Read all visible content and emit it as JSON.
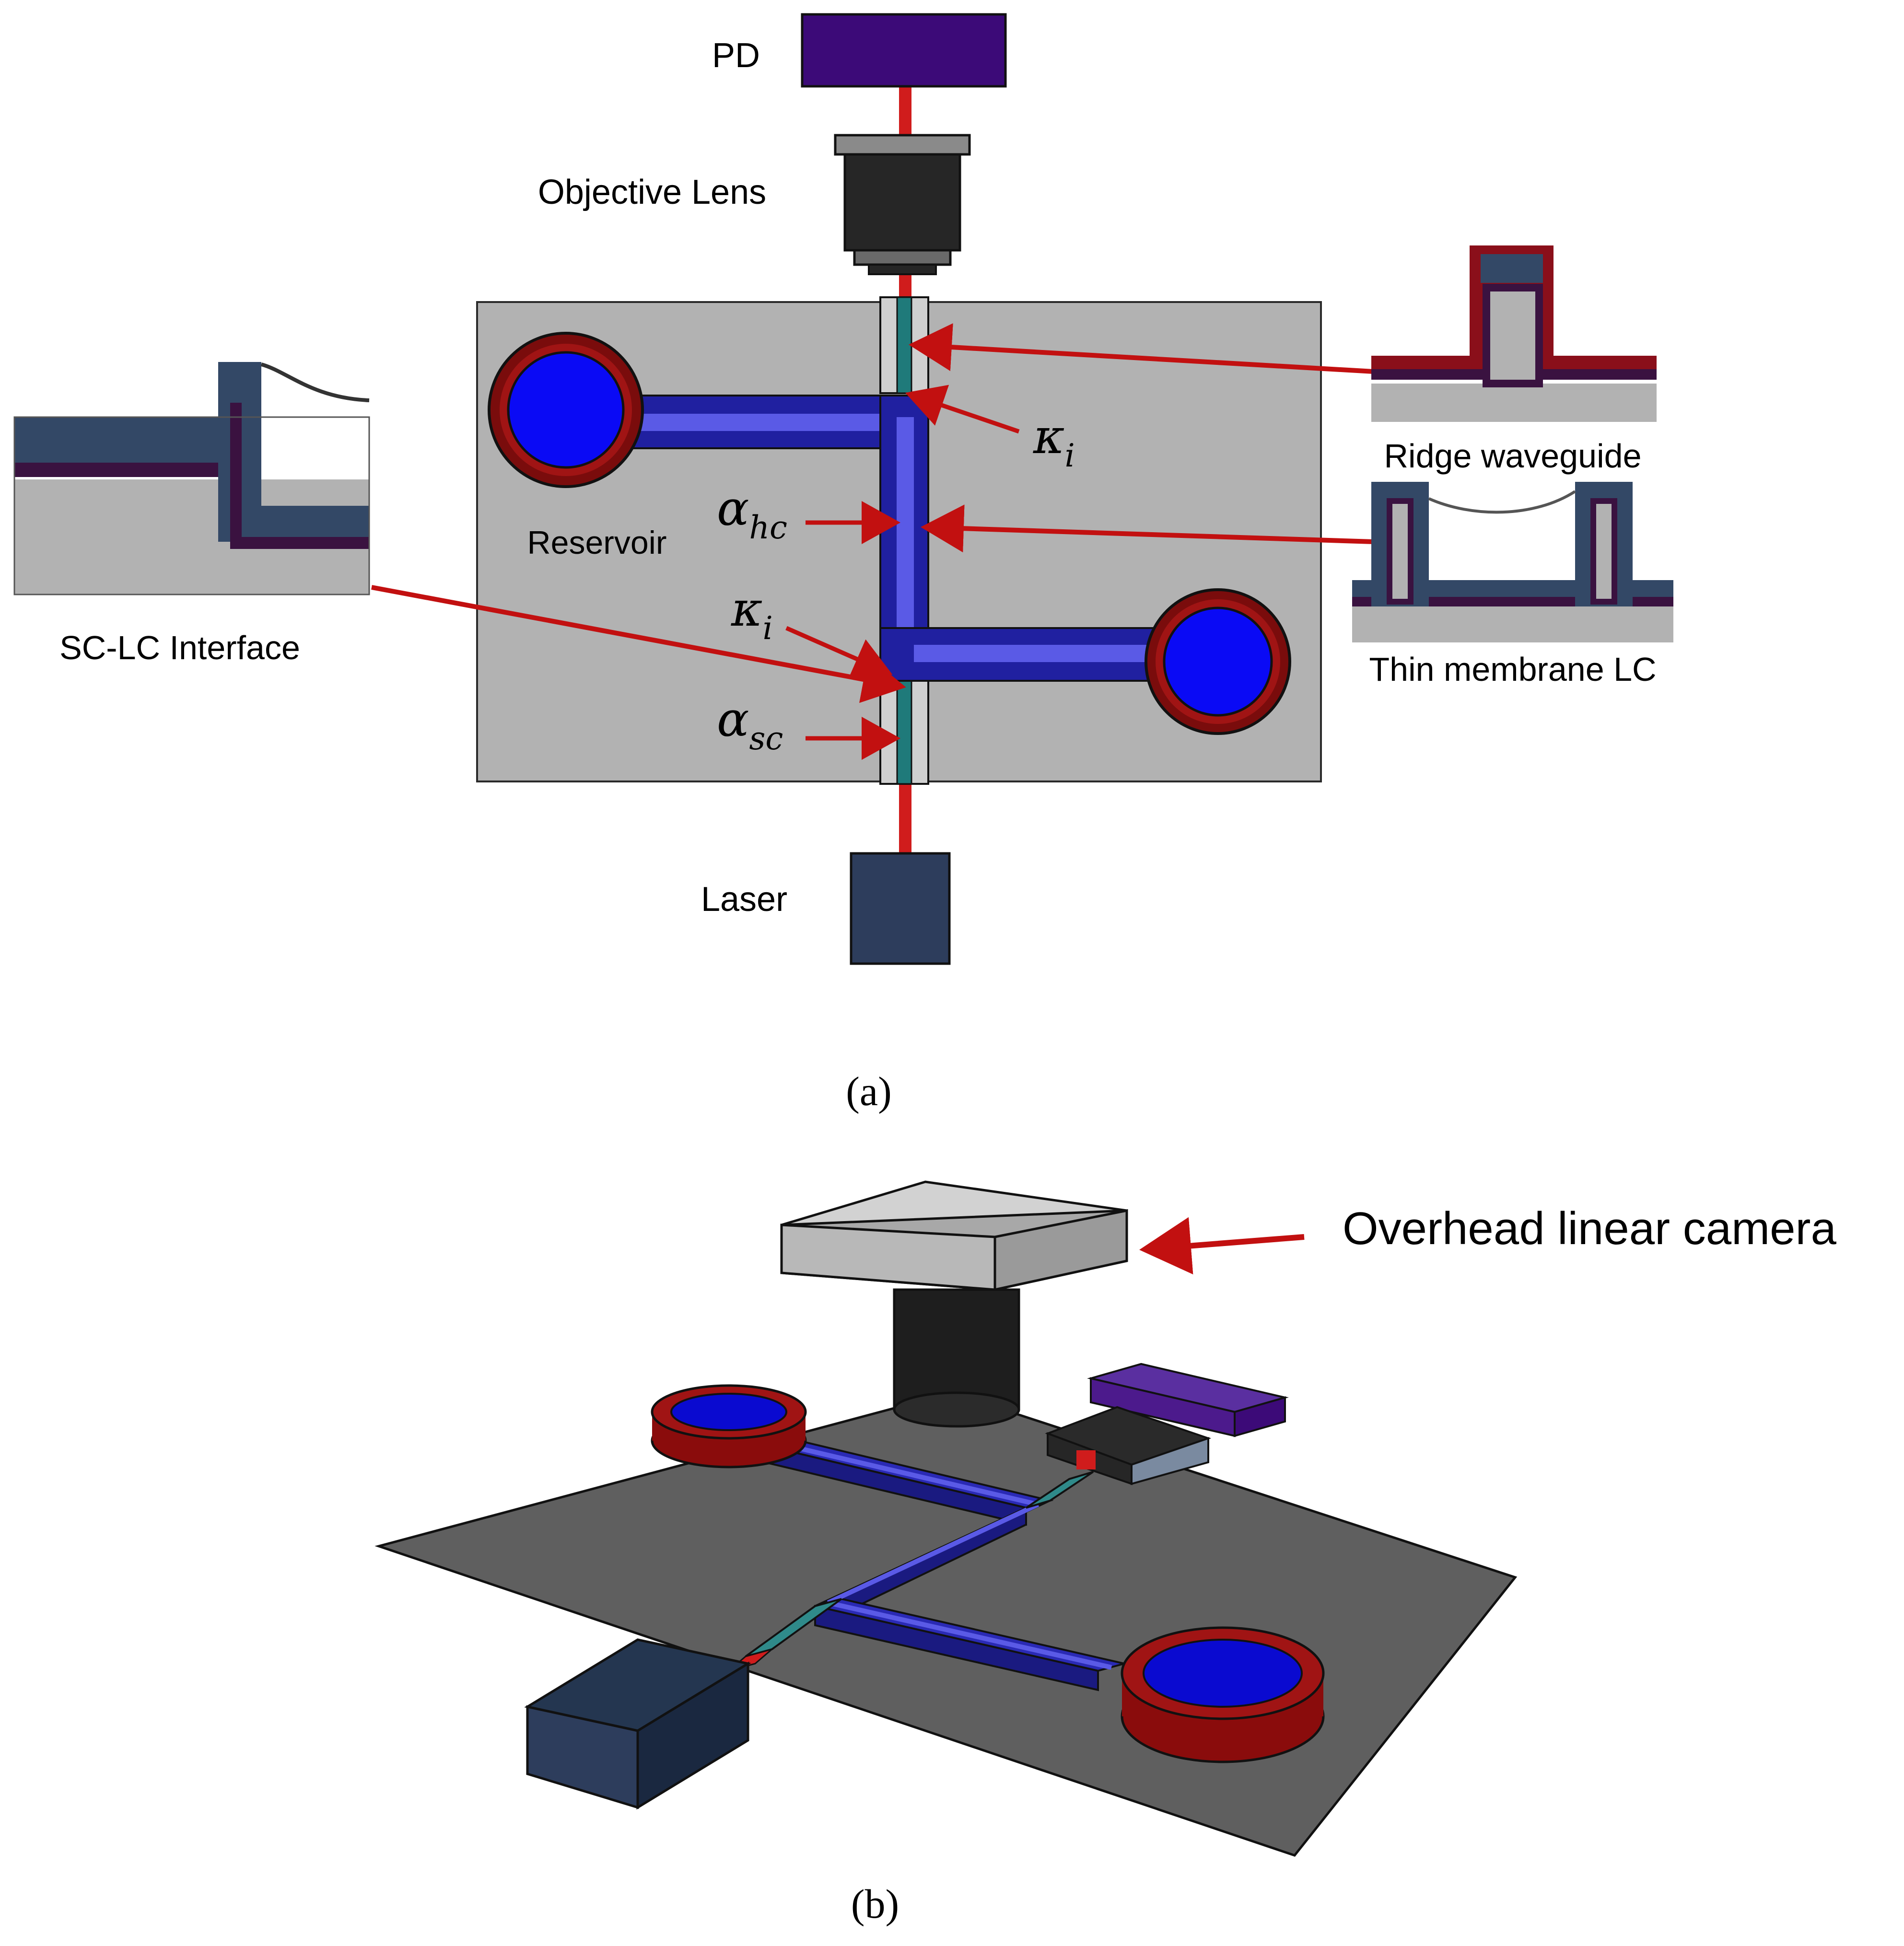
{
  "panel_a": {
    "labels": {
      "pd": "PD",
      "objective_lens": "Objective Lens",
      "reservoir": "Reservoir",
      "laser": "Laser",
      "sc_lc_interface": "SC-LC Interface",
      "ridge_waveguide": "Ridge waveguide",
      "thin_membrane_lc": "Thin membrane LC"
    },
    "symbols": {
      "kappa_top": {
        "base": "κ",
        "sub": "i"
      },
      "alpha_hc": {
        "base": "α",
        "sub": "hc"
      },
      "kappa_bottom": {
        "base": "κ",
        "sub": "i"
      },
      "alpha_sc": {
        "base": "α",
        "sub": "sc"
      }
    },
    "caption": "(a)"
  },
  "panel_b": {
    "labels": {
      "camera": "Overhead linear camera"
    },
    "caption": "(b)"
  },
  "colors": {
    "substrate": "#b2b2b2",
    "channel": "#2020a0",
    "channel_light": "#5a5ae6",
    "reservoir_fill": "#0a0af5",
    "reservoir_ring": "#7a0c0c",
    "beam": "#d01c1c",
    "arrow": "#c21010",
    "pd": "#3c0a78",
    "lens": "#262626",
    "laser": "#2d3d5c",
    "teal": "#1f7a7a",
    "inset_layer": "#334866",
    "inset_purple": "#3a1240",
    "plate_3d": "#5f5f5f",
    "camera_3d": "#b8b8b8"
  }
}
